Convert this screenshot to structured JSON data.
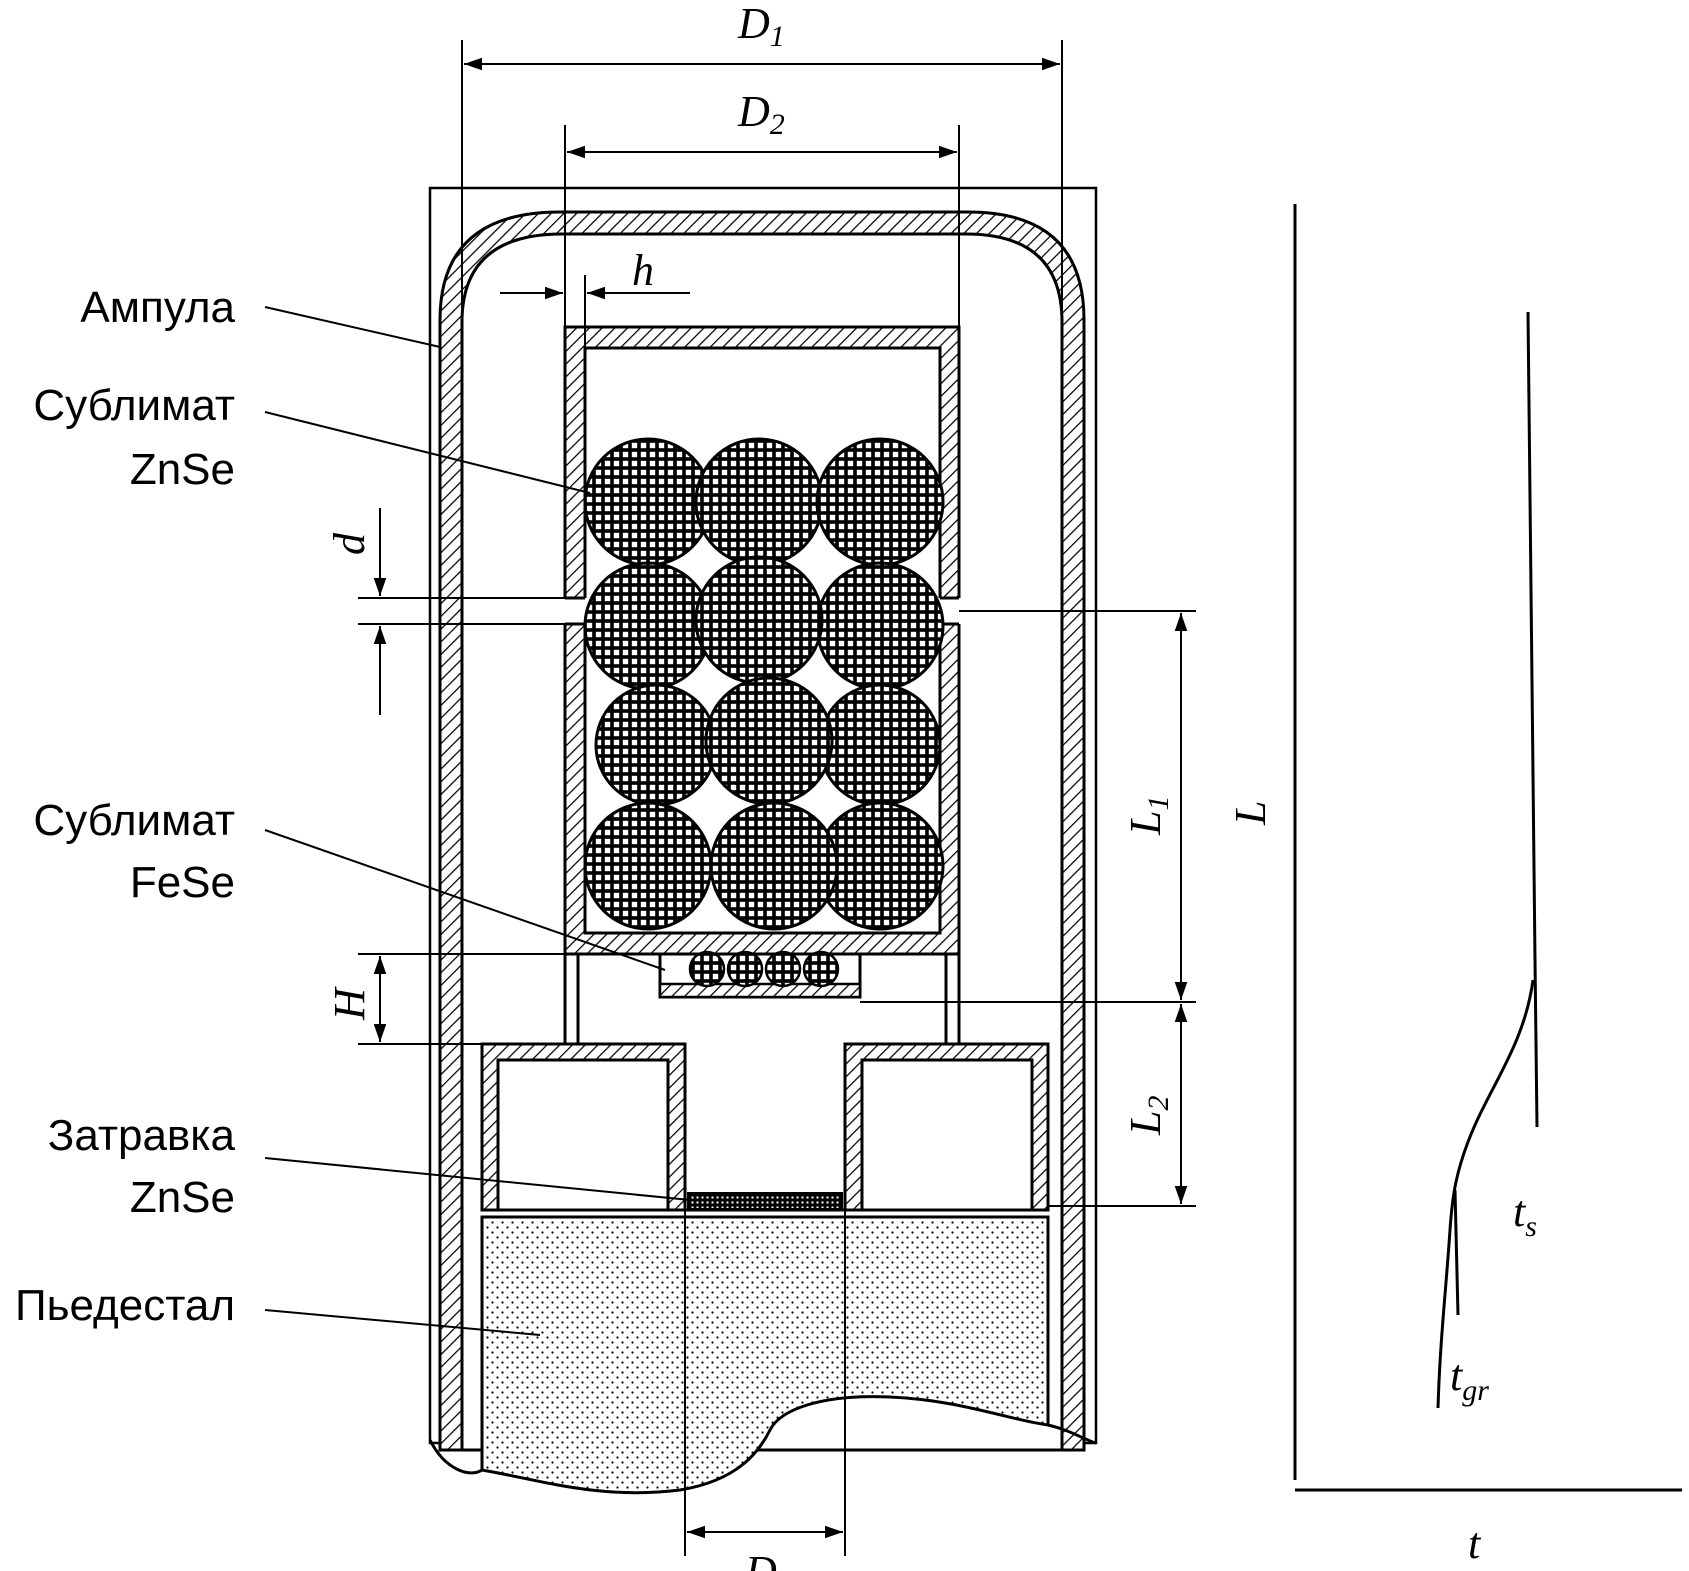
{
  "labels": {
    "ampoule": "Ампула",
    "sublimate_znse_1": "Сублимат",
    "sublimate_znse_2": "ZnSe",
    "sublimate_fese_1": "Сублимат",
    "sublimate_fese_2": "FeSe",
    "seed_1": "Затравка",
    "seed_2": "ZnSe",
    "pedestal": "Пьедестал"
  },
  "dimensions": {
    "D1": {
      "main": "D",
      "sub": "1"
    },
    "D2": {
      "main": "D",
      "sub": "2"
    },
    "h": "h",
    "d": "d",
    "H": "H",
    "L": "L",
    "L1": {
      "main": "L",
      "sub": "1"
    },
    "L2": {
      "main": "L",
      "sub": "2"
    },
    "D": "D"
  },
  "temperature_graph": {
    "axis_label": "t",
    "ts": {
      "main": "t",
      "sub": "s"
    },
    "tgr": {
      "main": "t",
      "sub": "gr"
    }
  }
}
